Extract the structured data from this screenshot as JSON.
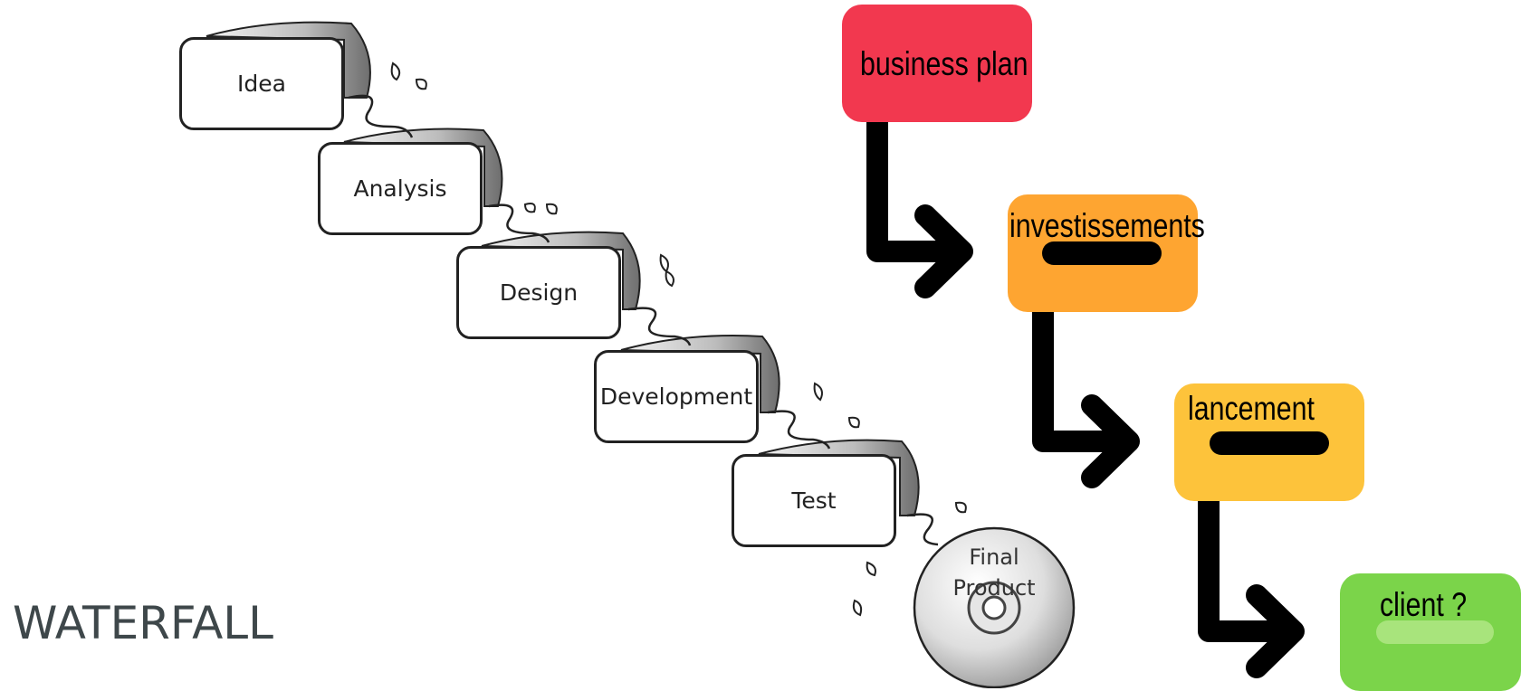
{
  "waterfall": {
    "title": "WATERFALL",
    "steps": [
      "Idea",
      "Analysis",
      "Design",
      "Development",
      "Test"
    ],
    "final": {
      "line1": "Final",
      "line2": "Product"
    }
  },
  "flow": {
    "boxes": [
      {
        "label": "business plan",
        "color": "#f2384f"
      },
      {
        "label": "investissements",
        "color": "#fea531"
      },
      {
        "label": "lancement",
        "color": "#fdc33b"
      },
      {
        "label": "client ?",
        "color": "#7bd44a"
      }
    ]
  }
}
